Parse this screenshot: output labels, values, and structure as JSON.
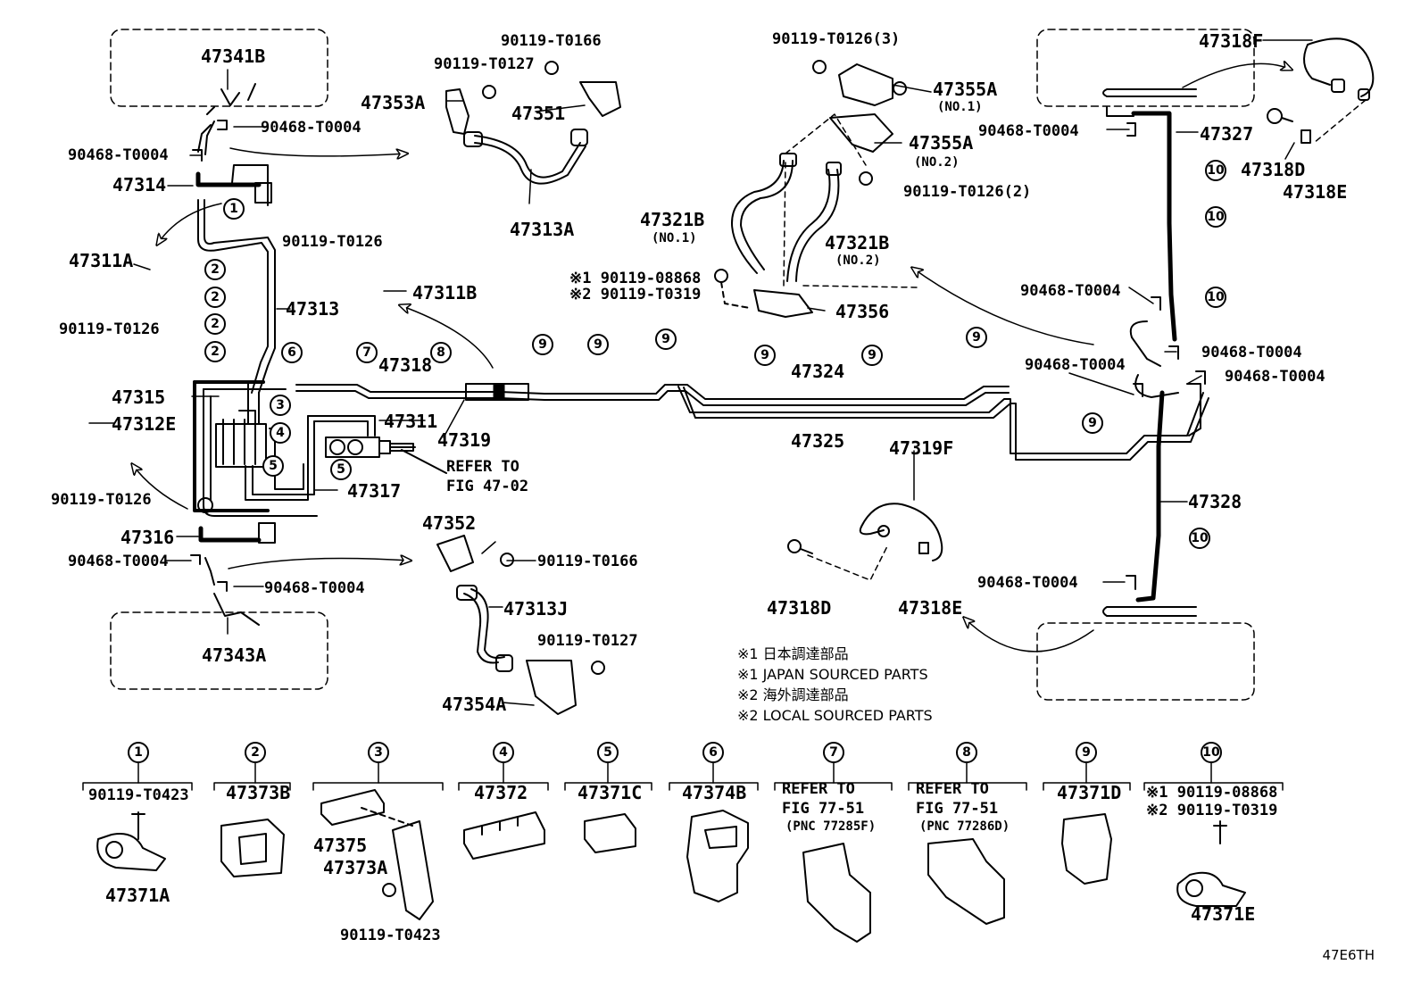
{
  "part_callouts": {
    "p47341B": "47341B",
    "p47343A": "47343A",
    "p90468_T0004_a": "90468-T0004",
    "p90468_T0004_b": "90468-T0004",
    "p90468_T0004_c": "90468-T0004",
    "p90468_T0004_d": "90468-T0004",
    "p90468_T0004_e": "90468-T0004",
    "p90468_T0004_f": "90468-T0004",
    "p90468_T0004_g": "90468-T0004",
    "p90468_T0004_h": "90468-T0004",
    "p90468_T0004_i": "90468-T0004",
    "p90468_T0004_j": "90468-T0004",
    "p47314": "47314",
    "p47311A": "47311A",
    "p90119_T0126_a": "90119-T0126",
    "p90119_T0126_b": "90119-T0126",
    "p90119_T0126_c": "90119-T0126",
    "p47313": "47313",
    "p47311B": "47311B",
    "p47315": "47315",
    "p47312E": "47312E",
    "p47318": "47318",
    "p47311": "47311",
    "p47319": "47319",
    "p47317": "47317",
    "refer_to_1": "REFER TO",
    "refer_fig_1": "FIG 47-02",
    "p47316": "47316",
    "p90119_T0166_a": "90119-T0166",
    "p90119_T0166_b": "90119-T0166",
    "p90119_T0127_a": "90119-T0127",
    "p90119_T0127_b": "90119-T0127",
    "p47353A": "47353A",
    "p47351": "47351",
    "p47313A": "47313A",
    "p47352": "47352",
    "p47313J": "47313J",
    "p47354A": "47354A",
    "p90119_T0126_3": "90119-T0126(3)",
    "p47355A_1": "47355A",
    "no1_a": "(NO.1)",
    "p47355A_2": "47355A",
    "no2_a": "(NO.2)",
    "p90119_T0126_2": "90119-T0126(2)",
    "p47321B_1": "47321B",
    "no1_b": "(NO.1)",
    "p47321B_2": "47321B",
    "no2_b": "(NO.2)",
    "mark1_08868": "※1 90119-08868",
    "mark2_T0319": "※2 90119-T0319",
    "p47356": "47356",
    "p47324": "47324",
    "p47325": "47325",
    "p47319F": "47319F",
    "p47318D_a": "47318D",
    "p47318E_a": "47318E",
    "p47318F": "47318F",
    "p47327": "47327",
    "p47318D_b": "47318D",
    "p47318E_b": "47318E",
    "p47328": "47328"
  },
  "notes": {
    "n1_jp": "※1 日本調達部品",
    "n1_en": "※1 JAPAN SOURCED PARTS",
    "n2_jp": "※2 海外調達部品",
    "n2_en": "※2 LOCAL SOURCED PARTS"
  },
  "circle_refs": {
    "c1": "1",
    "c2": "2",
    "c3": "3",
    "c4": "4",
    "c5": "5",
    "c6": "6",
    "c7": "7",
    "c8": "8",
    "c9": "9",
    "c10": "10"
  },
  "legend": [
    {
      "num": "1",
      "parts": [
        "90119-T0423",
        "47371A"
      ]
    },
    {
      "num": "2",
      "parts": [
        "47373B"
      ]
    },
    {
      "num": "3",
      "parts": [
        "47375",
        "47373A",
        "90119-T0423"
      ]
    },
    {
      "num": "4",
      "parts": [
        "47372"
      ]
    },
    {
      "num": "5",
      "parts": [
        "47371C"
      ]
    },
    {
      "num": "6",
      "parts": [
        "47374B"
      ]
    },
    {
      "num": "7",
      "parts": [
        "REFER TO",
        "FIG 77-51",
        "(PNC 77285F)"
      ]
    },
    {
      "num": "8",
      "parts": [
        "REFER TO",
        "FIG 77-51",
        "(PNC 77286D)"
      ]
    },
    {
      "num": "9",
      "parts": [
        "47371D"
      ]
    },
    {
      "num": "10",
      "parts": [
        "※1 90119-08868",
        "※2 90119-T0319",
        "47371E"
      ]
    }
  ],
  "diagram_code": "47E6TH"
}
